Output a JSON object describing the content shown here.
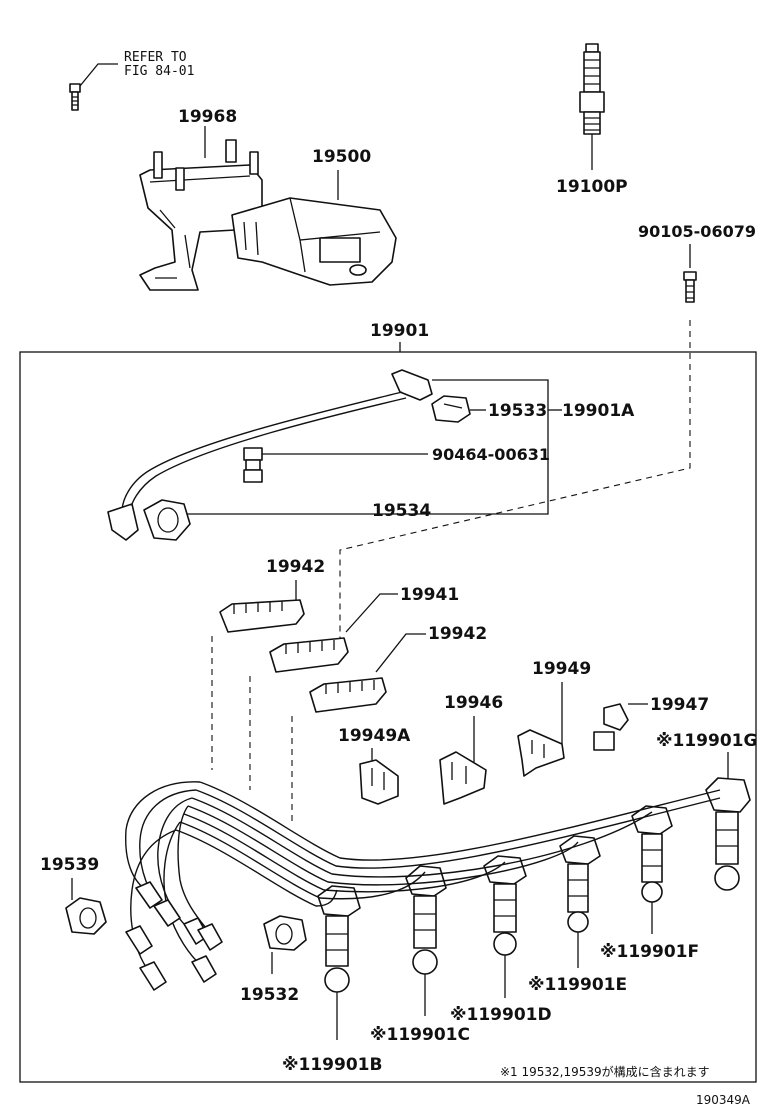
{
  "refer_note": {
    "line1": "REFER TO",
    "line2": "FIG 84-01"
  },
  "parts": {
    "bracket": "19968",
    "coil": "19500",
    "spark_plug": "19100P",
    "bolt": "90105-06079",
    "cord_set": "19901",
    "holder_cap": "19533",
    "cord_a": "19901A",
    "clamp": "90464-00631",
    "boot": "19534",
    "separator_left": "19942",
    "separator_center": "19941",
    "separator_right": "19942",
    "clamp_19949": "19949",
    "clamp_19946": "19946",
    "clamp_19947": "19947",
    "clamp_19949a": "19949A",
    "cord_g": "※119901G",
    "holder_19539": "19539",
    "holder_19532": "19532",
    "cord_f": "※119901F",
    "cord_e": "※119901E",
    "cord_d": "※119901D",
    "cord_c": "※119901C",
    "cord_b": "※119901B"
  },
  "footnote": "※1 19532,19539が構成に含まれます",
  "figure_id": "190349A"
}
